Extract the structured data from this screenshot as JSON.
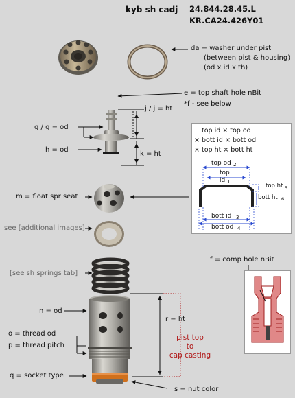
{
  "header": {
    "model": "kyb sh cadj",
    "part_number": "24.844.28.45.L",
    "alt_part_number": "KR.CA24.426Y01"
  },
  "labels": {
    "da_line1": "da = washer under pist",
    "da_line2": "(between pist & housing)",
    "da_line3": "(od x id x th)",
    "e": "e = top shaft hole nBit",
    "f_note": "*f - see below",
    "j": "j / j = ht",
    "g": "g / g = od",
    "h": "h = od",
    "k": "k = ht",
    "m": "m = float spr seat",
    "additional": "see [additional images]",
    "springs": "[see sh springs tab]",
    "f_comp": "f = comp hole nBit",
    "n": "n = od",
    "r": "r = ht",
    "o": "o = thread od",
    "p": "p = thread pitch",
    "q": "q = socket type",
    "s": "s = nut color",
    "pist_top_1": "pist top",
    "pist_top_2": "to",
    "pist_top_3": "cap casting"
  },
  "seat_box": {
    "line1": "top id × top od",
    "line2": "× bott id × bott od",
    "line3": "× top ht × bott ht",
    "top_od": "top od",
    "top_od_sub": "2",
    "top": "top",
    "id1": "id",
    "id1_sub": "1",
    "top_ht": "top ht",
    "top_ht_sub": "5",
    "bott_ht": "bott ht",
    "bott_ht_sub": "6",
    "bott_id": "bott id",
    "bott_id_sub": "3",
    "bott_od": "bott od",
    "bott_od_sub": "4"
  },
  "colors": {
    "background": "#d8d8d8",
    "annotation_red": "#b01818",
    "accent_blue": "#2a4ad0",
    "metal": "#a8a6a0",
    "nut_orange": "#d0701c"
  }
}
